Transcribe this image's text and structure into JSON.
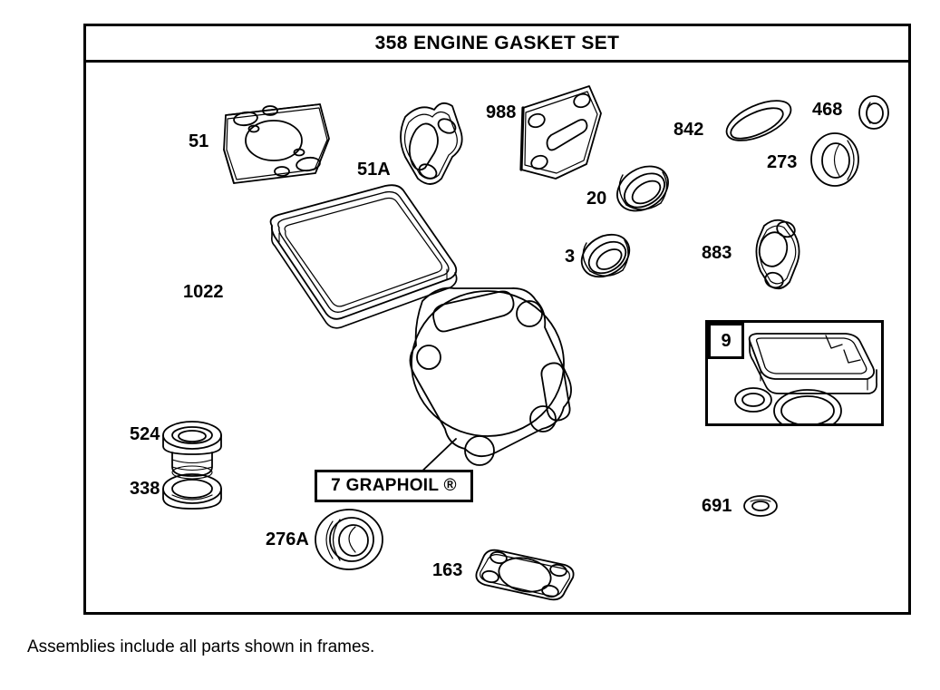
{
  "diagram": {
    "title": "358 ENGINE GASKET SET",
    "caption": "Assemblies include all parts shown in frames.",
    "note_label": "7 GRAPHOIL ®",
    "assembly_frame_label": "9"
  },
  "parts": [
    {
      "ref": "51",
      "name": "carburetor-mounting-gasket"
    },
    {
      "ref": "51A",
      "name": "carburetor-adapter-gasket"
    },
    {
      "ref": "988",
      "name": "breather-plate-gasket"
    },
    {
      "ref": "842",
      "name": "o-ring-thin"
    },
    {
      "ref": "468",
      "name": "seal-small"
    },
    {
      "ref": "273",
      "name": "oil-seal-washer"
    },
    {
      "ref": "20",
      "name": "oil-seal-magneto"
    },
    {
      "ref": "3",
      "name": "oil-seal-pto"
    },
    {
      "ref": "883",
      "name": "intake-flange-gasket"
    },
    {
      "ref": "1022",
      "name": "valve-cover-gasket"
    },
    {
      "ref": "7",
      "name": "cylinder-head-gasket"
    },
    {
      "ref": "524",
      "name": "oil-fill-plug"
    },
    {
      "ref": "338",
      "name": "sealing-washer"
    },
    {
      "ref": "276A",
      "name": "flanged-seal"
    },
    {
      "ref": "163",
      "name": "exhaust-gasket"
    },
    {
      "ref": "691",
      "name": "flat-washer"
    },
    {
      "ref": "9",
      "name": "sump-gasket-assembly"
    }
  ],
  "labels": {
    "p51": "51",
    "p51a": "51A",
    "p988": "988",
    "p842": "842",
    "p468": "468",
    "p273": "273",
    "p20": "20",
    "p3": "3",
    "p883": "883",
    "p1022": "1022",
    "p524": "524",
    "p338": "338",
    "p276a": "276A",
    "p163": "163",
    "p691": "691"
  },
  "colors": {
    "stroke": "#000000",
    "background": "#ffffff"
  }
}
